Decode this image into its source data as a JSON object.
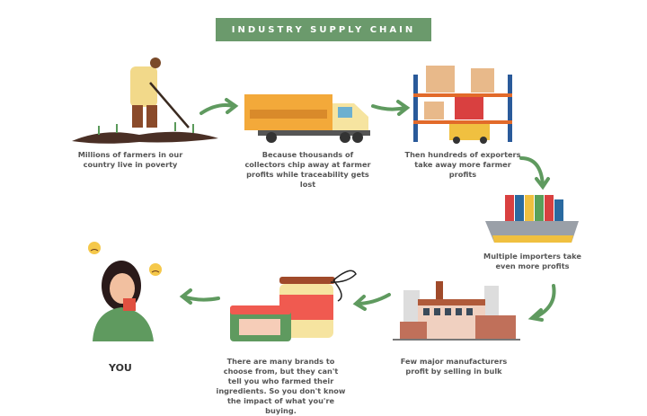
{
  "header": {
    "title": "INDUSTRY SUPPLY CHAIN"
  },
  "steps": [
    {
      "id": "farmers",
      "caption": "Millions of farmers in our country live in poverty"
    },
    {
      "id": "collectors",
      "caption": "Because thousands of collectors chip away at farmer profits while traceability gets lost"
    },
    {
      "id": "exporters",
      "caption": "Then hundreds of exporters take away more farmer profits"
    },
    {
      "id": "importers",
      "caption": "Multiple importers take even more profits"
    },
    {
      "id": "manufacturers",
      "caption": "Few major manufacturers profit by selling in bulk"
    },
    {
      "id": "brands",
      "caption": "There are many brands to choose from, but they can't tell you who farmed their ingredients. So you don't know the impact of what you're buying."
    },
    {
      "id": "you",
      "caption": "YOU"
    }
  ],
  "colors": {
    "accent": "#6b9a6c",
    "text": "#555555"
  }
}
